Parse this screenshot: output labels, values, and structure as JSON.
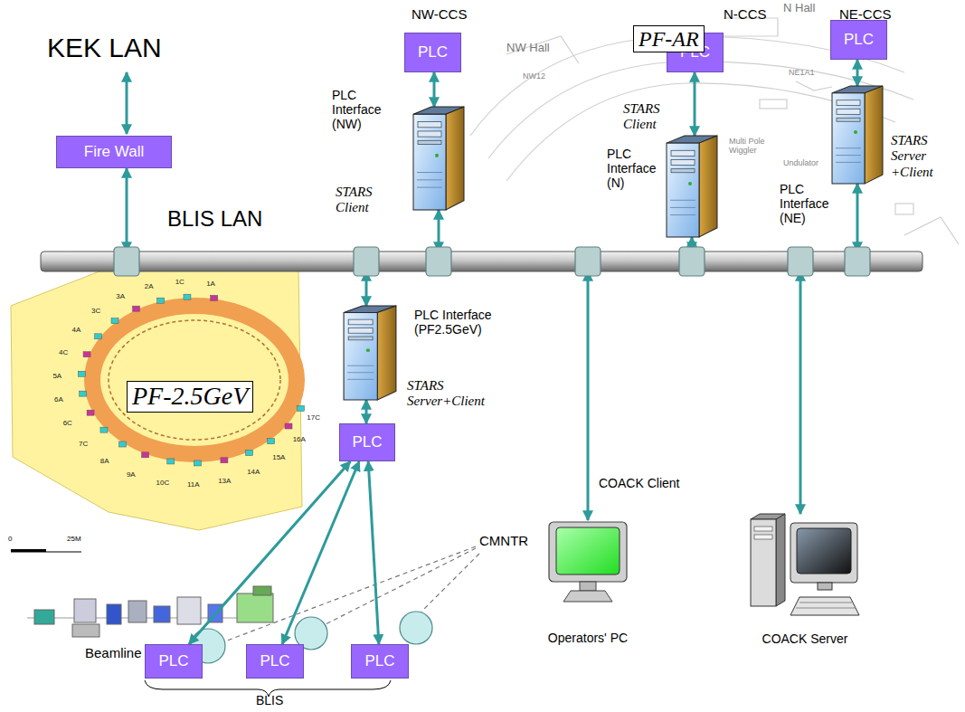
{
  "diagram": {
    "nodes": [
      {
        "text": [
          "Fire Wall"
        ]
      },
      {
        "text": [
          "BLIS LAN"
        ]
      },
      {
        "text": [
          "PLC"
        ]
      },
      {
        "text": [
          "PLC Interface (NW)",
          "STARS Client"
        ]
      },
      {
        "text": [
          "PLC"
        ]
      },
      {
        "text": [
          "PLC Interface (N)",
          "STARS Client"
        ]
      },
      {
        "text": [
          "PLC"
        ]
      },
      {
        "text": [
          "PLC Interface (NE)",
          "STARS Server +Client"
        ]
      },
      {
        "text": [
          "PLC Interface (PF2.5GeV)",
          "STARS Server+Client"
        ]
      },
      {
        "text": [
          "PLC"
        ]
      },
      {
        "text": [
          "PLC"
        ]
      },
      {
        "text": [
          "PLC"
        ]
      },
      {
        "text": [
          "PLC"
        ]
      },
      {
        "text": [
          "Operators' PC"
        ]
      },
      {
        "text": [
          "COACK Server"
        ]
      }
    ],
    "edges": [
      {
        "from": 0,
        "to": 1,
        "arrow": "both"
      },
      {
        "from": 2,
        "to": 3,
        "arrow": "both"
      },
      {
        "from": 3,
        "to": 1,
        "arrow": "both"
      },
      {
        "from": 4,
        "to": 5,
        "arrow": "both"
      },
      {
        "from": 5,
        "to": 1,
        "arrow": "both"
      },
      {
        "from": 6,
        "to": 7,
        "arrow": "both"
      },
      {
        "from": 7,
        "to": 1,
        "arrow": "both"
      },
      {
        "from": 1,
        "to": 8,
        "arrow": "both"
      },
      {
        "from": 8,
        "to": 9,
        "arrow": "both"
      },
      {
        "from": 9,
        "to": 10,
        "arrow": "both"
      },
      {
        "from": 9,
        "to": 11,
        "arrow": "both"
      },
      {
        "from": 9,
        "to": 12,
        "arrow": "both"
      },
      {
        "from": 1,
        "to": 13,
        "label": "COACK Client",
        "arrow": "both"
      },
      {
        "from": 1,
        "to": 14,
        "arrow": "both"
      }
    ],
    "labels": [
      "KEK LAN",
      "NW-CCS",
      "PF-AR",
      "N Hall",
      "N-CCS",
      "NE-CCS",
      "NW Hall",
      "NW12",
      "NE1A1",
      "Multi Pole Wiggler",
      "Undulator",
      "PF-2.5GeV",
      "CMNTR",
      "Beamline",
      "BLIS",
      "0",
      "25M",
      "1A",
      "1C",
      "2A",
      "3A",
      "3C",
      "4A",
      "4C",
      "5A",
      "6A",
      "6C",
      "7C",
      "8A",
      "9A",
      "10C",
      "11A",
      "13A",
      "14A",
      "15A",
      "16A",
      "17C"
    ]
  }
}
